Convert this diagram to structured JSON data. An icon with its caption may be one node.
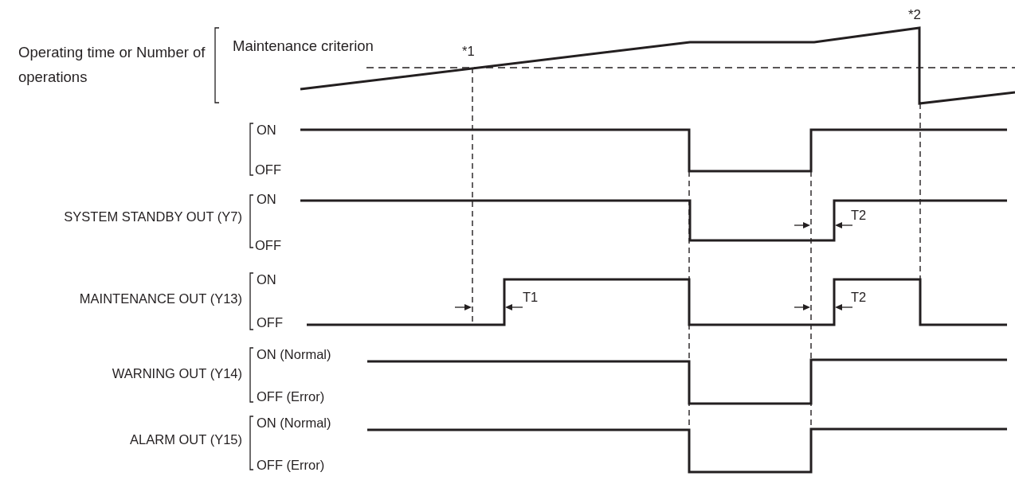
{
  "diagram": {
    "labels": [
      "*2",
      "Operating time or Number of operations",
      "Maintenance criterion",
      "*1",
      "ON",
      "OFF",
      "ON",
      "SYSTEM STANDBY OUT (Y7)",
      "T2",
      "OFF",
      "ON",
      "MAINTENANCE OUT (Y13)",
      "T1",
      "T2",
      "OFF",
      "ON (Normal)",
      "WARNING OUT (Y14)",
      "OFF (Error)",
      "ON (Normal)",
      "ALARM OUT (Y15)",
      "OFF (Error)"
    ]
  }
}
